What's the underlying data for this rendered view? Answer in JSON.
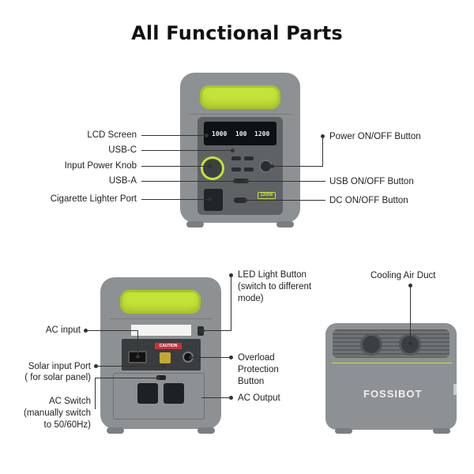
{
  "title": "All Functional Parts",
  "front_labels": {
    "lcd_screen": "LCD Screen",
    "usb_c": "USB-C",
    "input_power_knob": "Input Power Knob",
    "usb_a": "USB-A",
    "cigarette_lighter_port": "Cigarette Lighter Port",
    "power_button": "Power ON/OFF Button",
    "usb_button": "USB ON/OFF Button",
    "dc_button": "DC ON/OFF Button"
  },
  "front_device": {
    "lcd_values": [
      "1000",
      "100",
      "1200"
    ],
    "badge": "1200W"
  },
  "back_labels": {
    "led_button": [
      "LED Light Button",
      "(switch to different",
      "mode)"
    ],
    "ac_input": "AC input",
    "solar_port": [
      "Solar input Port",
      "( for solar panel)"
    ],
    "ac_switch": [
      "AC Switch",
      "(manually switch",
      "to 50/60Hz)"
    ],
    "overload_button": [
      "Overload",
      "Protection",
      "Button"
    ],
    "ac_output": "AC Output"
  },
  "back_device": {
    "caution": "CAUTION"
  },
  "side_labels": {
    "cooling_air_duct": "Cooling Air Duct"
  },
  "side_device": {
    "brand": "FOSSIBOT"
  },
  "colors": {
    "accent": "#c4e33a",
    "body": "#8e9193",
    "panel": "#5e6264"
  }
}
